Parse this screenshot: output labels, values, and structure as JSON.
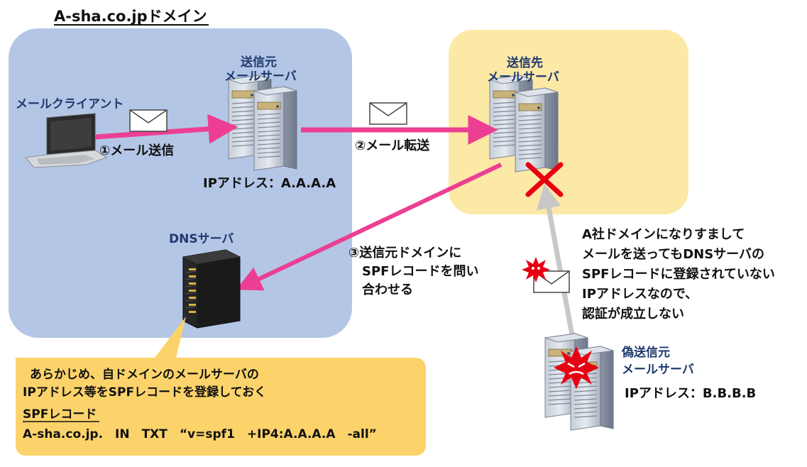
{
  "domain_label": "A-sha.co.jpドメイン",
  "sender_server": {
    "label_line1": "送信元",
    "label_line2": "メールサーバ",
    "ip": "IPアドレス：A.A.A.A"
  },
  "recipient_server": {
    "label_line1": "送信先",
    "label_line2": "メールサーバ"
  },
  "mail_client": {
    "label": "メールクライアント"
  },
  "dns_server": {
    "label": "DNSサーバ"
  },
  "fake_server": {
    "label_line1": "偽送信元",
    "label_line2": "メールサーバ",
    "ip": "IPアドレス：B.B.B.B"
  },
  "steps": {
    "step1": "①メール送信",
    "step2": "②メール転送",
    "step3_line1": "③送信元ドメインに",
    "step3_line2": "SPFレコードを問い",
    "step3_line3": "合わせる"
  },
  "spoof_note": {
    "line1": "A社ドメインになりすまして",
    "line2": "メールを送ってもDNSサーバの",
    "line3": "SPFレコードに登録されていない",
    "line4": "IPアドレスなので、",
    "line5": "認証が成立しない"
  },
  "callout": {
    "line1": "あらかじめ、自ドメインのメールサーバの",
    "line2": "IPアドレス等をSPFレコードを登録しておく",
    "heading": "SPFレコード",
    "record": "A-sha.co.jp.　IN　TXT　“v=spf1　+IP4:A.A.A.A　-all”"
  },
  "colors": {
    "domain_box": "#b3c6e6",
    "recipient_box": "#fde9a6",
    "callout": "#fcd36a",
    "arrow": "#ec3f93",
    "spoof_arrow": "#c8c8c8",
    "x_mark": "#e60012",
    "label_blue": "#1f3a6e"
  },
  "icons": [
    "laptop-icon",
    "server-icon",
    "rack-server-icon",
    "envelope-icon",
    "virus-icon",
    "cross-icon"
  ]
}
